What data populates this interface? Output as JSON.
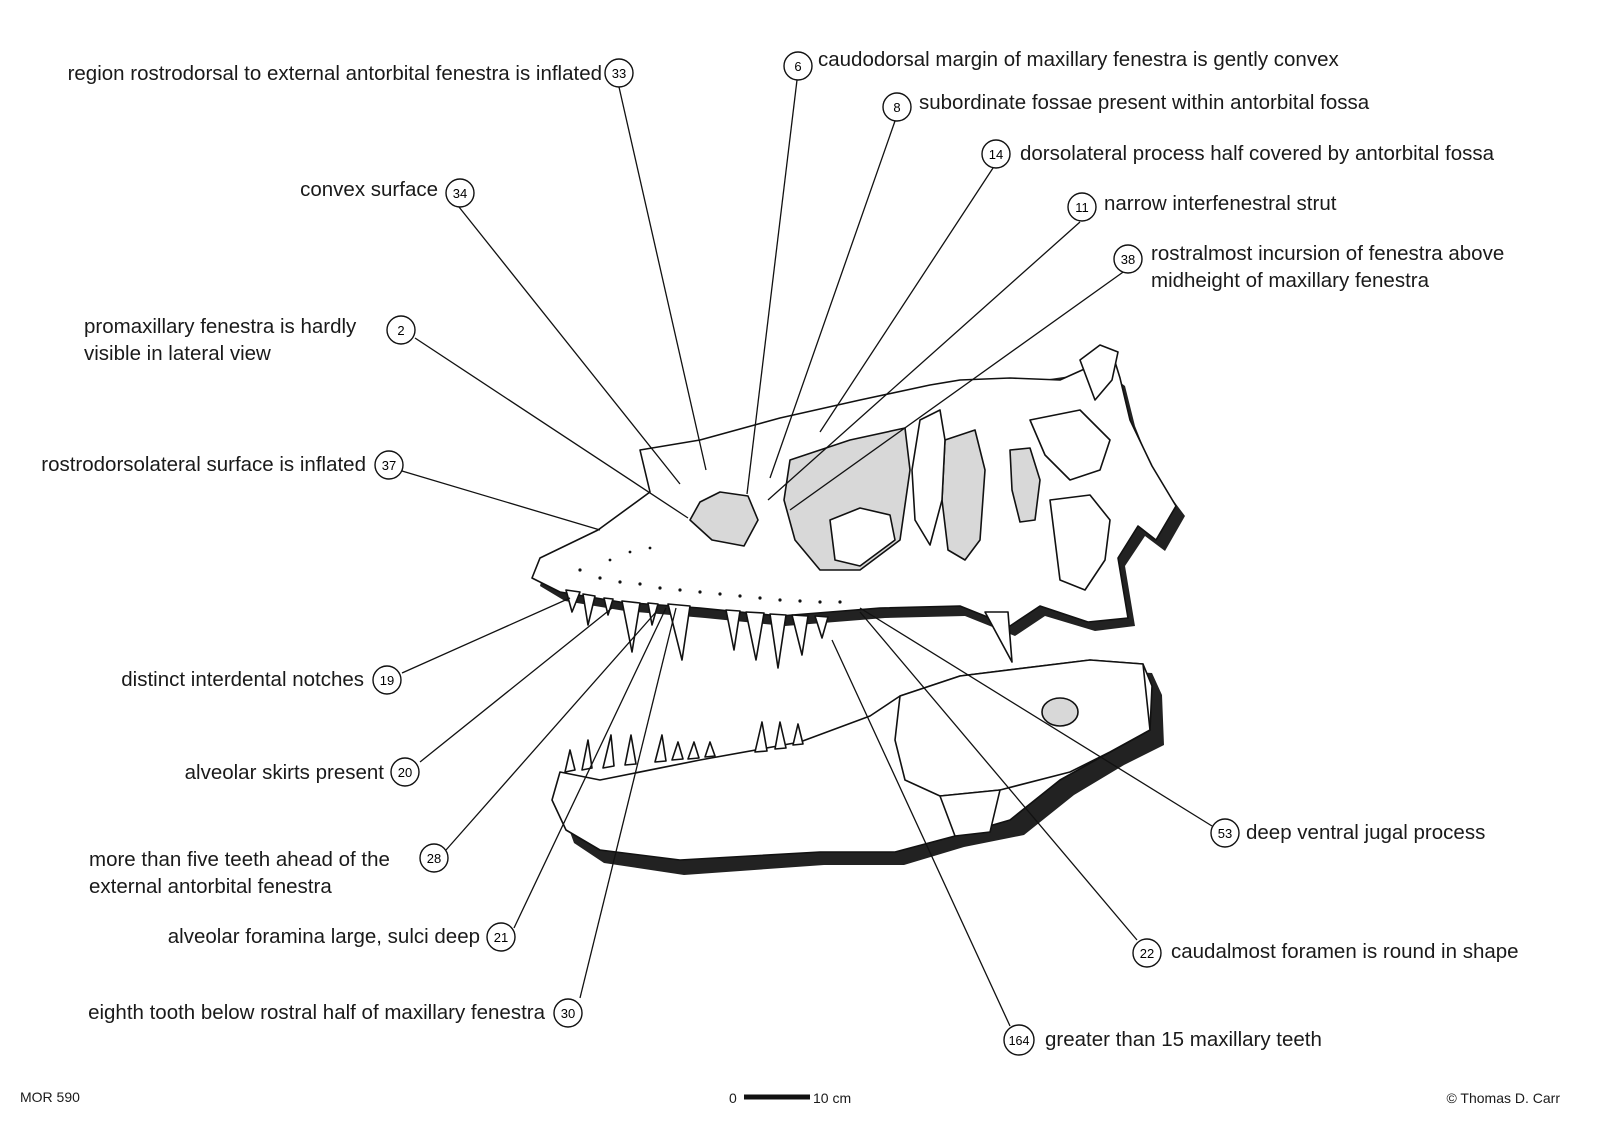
{
  "annotations": [
    {
      "id": "33",
      "text": "region rostrodorsal to external antorbital fenestra is inflated"
    },
    {
      "id": "6",
      "text": "caudodorsal margin of maxillary fenestra is gently convex"
    },
    {
      "id": "8",
      "text": "subordinate fossae present within antorbital fossa"
    },
    {
      "id": "14",
      "text": "dorsolateral process half covered by antorbital fossa"
    },
    {
      "id": "34",
      "text": "convex surface"
    },
    {
      "id": "11",
      "text": "narrow interfenestral strut"
    },
    {
      "id": "38",
      "text": "rostralmost incursion of fenestra above\nmidheight of maxillary fenestra"
    },
    {
      "id": "2",
      "text": "promaxillary fenestra is hardly\nvisible in lateral view"
    },
    {
      "id": "37",
      "text": "rostrodorsolateral surface is inflated"
    },
    {
      "id": "19",
      "text": "distinct interdental notches"
    },
    {
      "id": "20",
      "text": "alveolar skirts present"
    },
    {
      "id": "28",
      "text": "more than five teeth ahead of the\nexternal antorbital fenestra"
    },
    {
      "id": "21",
      "text": "alveolar foramina large, sulci deep"
    },
    {
      "id": "30",
      "text": "eighth tooth below rostral half of maxillary fenestra"
    },
    {
      "id": "53",
      "text": "deep ventral jugal process"
    },
    {
      "id": "22",
      "text": "caudalmost foramen is round in shape"
    },
    {
      "id": "164",
      "text": "greater than 15 maxillary teeth"
    }
  ],
  "footer": {
    "specimen": "MOR 590",
    "scale_start": "0",
    "scale_end": "10 cm",
    "credit": "© Thomas D. Carr"
  }
}
